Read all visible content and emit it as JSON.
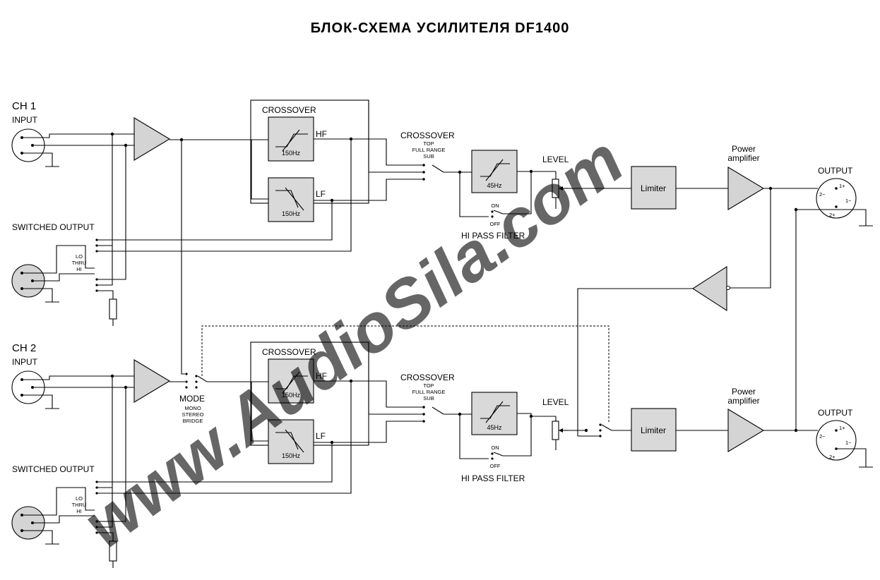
{
  "title": "БЛОК-СХЕМА УСИЛИТЕЛЯ DF1400",
  "watermark": "www.AudioSila.com",
  "colors": {
    "watermark": "#f20d0d",
    "block_fill": "#d9d9d9",
    "line": "#000000"
  },
  "channels": [
    {
      "name": "CH 1",
      "input": "INPUT",
      "switched_output": "SWITCHED OUTPUT",
      "switch_pos": [
        "LO",
        "THRU",
        "HI"
      ],
      "crossover_box": "CROSSOVER",
      "hf_filter": "150Hz",
      "lf_filter": "150Hz",
      "hf": "HF",
      "lf": "LF",
      "crossover_sel": "CROSSOVER",
      "crossover_modes": [
        "TOP",
        "FULL RANGE",
        "SUB"
      ],
      "hpf_freq": "45Hz",
      "hpf_label": "HI PASS FILTER",
      "on": "ON",
      "off": "OFF",
      "level": "LEVEL",
      "limiter": "Limiter",
      "power_amp": [
        "Power",
        "amplifier"
      ],
      "output": "OUTPUT",
      "pins": [
        "1+",
        "2−",
        "1−",
        "2+"
      ]
    },
    {
      "name": "CH 2",
      "input": "INPUT",
      "switched_output": "SWITCHED OUTPUT",
      "switch_pos": [
        "LO",
        "THRU",
        "HI"
      ],
      "crossover_box": "CROSSOVER",
      "hf_filter": "150Hz",
      "lf_filter": "150Hz",
      "hf": "HF",
      "lf": "LF",
      "crossover_sel": "CROSSOVER",
      "crossover_modes": [
        "TOP",
        "FULL RANGE",
        "SUB"
      ],
      "hpf_freq": "45Hz",
      "hpf_label": "HI PASS FILTER",
      "on": "ON",
      "off": "OFF",
      "level": "LEVEL",
      "limiter": "Limiter",
      "power_amp": [
        "Power",
        "amplifier"
      ],
      "output": "OUTPUT",
      "pins": [
        "1+",
        "2−",
        "1−",
        "2+"
      ]
    }
  ],
  "mode": {
    "label": "MODE",
    "options": [
      "MONO",
      "STEREO",
      "BRIDGE"
    ]
  }
}
